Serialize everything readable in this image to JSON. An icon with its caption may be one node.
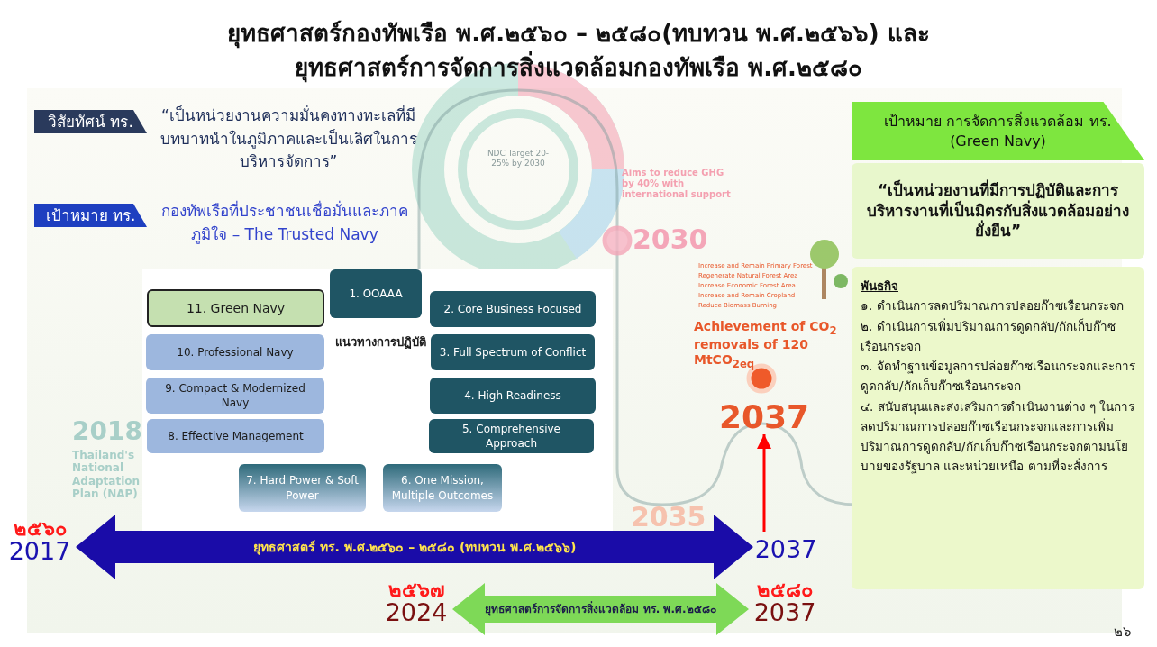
{
  "diagram": {
    "title": "ยุทธศาสตร์กองทัพเรือ พ.ศ.๒๕๖๐ – ๒๕๘๐(ทบทวน พ.ศ.๒๕๖๖) และ ยุทธศาสตร์การจัดการสิ่งแวดล้อมกองทัพเรือ พ.ศ.๒๕๘๐",
    "nodes": [
      {
        "text": [
          "วิสัยทัศน์ ทร."
        ],
        "beside": [
          "“เป็นหน่วยงานความมั่นคงทางทะเลที่มีบทบาทนำในภูมิภาคและเป็นเลิศในการบริหารจัดการ”"
        ]
      },
      {
        "text": [
          "เป้าหมาย ทร."
        ],
        "beside": [
          "กองทัพเรือที่ประชาชนเชื่อมั่นและภาคภูมิใจ – The Trusted Navy"
        ]
      },
      {
        "text": [
          "1. OOAAA"
        ]
      },
      {
        "text": [
          "2. Core Business Focused"
        ]
      },
      {
        "text": [
          "3. Full Spectrum of Conflict"
        ]
      },
      {
        "text": [
          "4. High Readiness"
        ]
      },
      {
        "text": [
          "5. Comprehensive Approach"
        ]
      },
      {
        "text": [
          "6. One Mission, Multiple Outcomes"
        ]
      },
      {
        "text": [
          "7. Hard Power & Soft Power"
        ]
      },
      {
        "text": [
          "8. Effective Management"
        ]
      },
      {
        "text": [
          "9. Compact & Modernized Navy"
        ]
      },
      {
        "text": [
          "10. Professional Navy"
        ]
      },
      {
        "text": [
          "11. Green Navy"
        ]
      },
      {
        "text": [
          "เป้าหมาย การจัดการสิ่งแวดล้อม ทร. (Green Navy)"
        ]
      },
      {
        "text": [
          "“เป็นหน่วยงานที่มีการปฏิบัติและการบริหารงานที่เป็นมิตรกับสิ่งแวดล้อมอย่างยั่งยืน”"
        ]
      },
      {
        "text": [
          "พันธกิจ",
          "๑. ดำเนินการลดปริมาณการปล่อยก๊าซเรือนกระจก",
          "๒. ดำเนินการเพิ่มปริมาณการดูดกลับ/กักเก็บก๊าซเรือนกระจก",
          "๓. จัดทำฐานข้อมูลการปล่อยก๊าซเรือนกระจกและการดูดกลับ/กักเก็บก๊าซเรือนกระจก",
          "๔. สนับสนุนและส่งเสริมการดำเนินงานต่าง ๆ ในการลดปริมาณการปล่อยก๊าซเรือนกระจกและการเพิ่มปริมาณการดูดกลับ/กักเก็บก๊าซเรือนกระจกตามนโยบายของรัฐบาล และหน่วยเหนือ ตามที่จะสั่งการ"
        ]
      },
      {
        "text": [
          "๒๕๖๐",
          "2017"
        ]
      },
      {
        "text": [
          "2037"
        ]
      },
      {
        "text": [
          "๒๕๖๗",
          "2024"
        ]
      },
      {
        "text": [
          "๒๕๘๐",
          "2037"
        ]
      },
      {
        "text": [
          "2037"
        ]
      }
    ],
    "edges": [
      {
        "from": 16,
        "to": 17,
        "arrow": "both",
        "label": "ยุทธศาสตร์ ทร. พ.ศ.๒๕๖๐ – ๒๕๘๐ (ทบทวน พ.ศ.๒๕๖๖)",
        "style": "thick",
        "color": "#1a0ca8"
      },
      {
        "from": 18,
        "to": 19,
        "arrow": "both",
        "label": "ยุทธศาสตร์การจัดการสิ่งแวดล้อม ทร. พ.ศ.๒๕๘๐",
        "style": "thick",
        "color": "#7ed957"
      },
      {
        "from": 17,
        "to": 20,
        "arrow": "to",
        "color": "#ff0000"
      }
    ],
    "labels": [
      "NDC Target 20-25% by 2030",
      "Aims to reduce GHG by 40% with international support",
      "2030",
      "Increase and Remain Primary Forest",
      "Regenerate Natural Forest Area",
      "Increase Economic Forest Area",
      "Increase and Remain Cropland",
      "Reduce Biomass Burning",
      "Achievement of CO$_{2}$ removals of 120 MtCO$_{2eq}$",
      "แนวทางการปฏิบัติ",
      "2018",
      "Thailand's National Adaptation Plan (NAP)",
      "2035",
      "๒๖"
    ]
  }
}
